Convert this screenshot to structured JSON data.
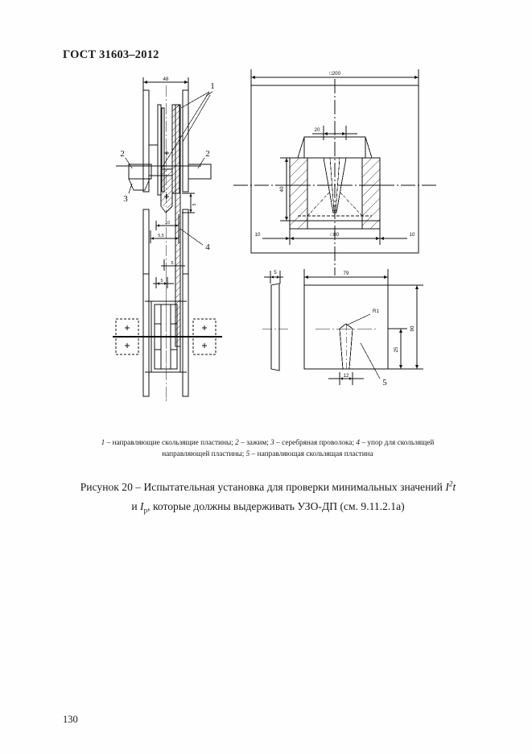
{
  "document": {
    "header": "ГОСТ 31603–2012",
    "page_number": "130"
  },
  "figure": {
    "legend_line1_pre": "1",
    "legend_line1_a": " – направляющие скользящие пластины; ",
    "legend_num2": "2",
    "legend_line1_b": " – зажим; ",
    "legend_num3": "3",
    "legend_line1_c": " – серебряная проволока; ",
    "legend_num4": "4",
    "legend_line1_d": " – упор для скользящей",
    "legend_line2_a": "направляющей пластины; ",
    "legend_num5": "5",
    "legend_line2_b": " – направляющая скользящая пластина",
    "caption_line1_a": "Рисунок 20 – Испытательная установка для проверки минимальных значений ",
    "caption_sym_I": "I",
    "caption_sym_sup": "2",
    "caption_sym_t": "t",
    "caption_line2_a": "и ",
    "caption_sym_I2": "I",
    "caption_sym_sub": "р",
    "caption_line2_b": ", которые должны выдерживать УЗО-ДП (см. 9.11.2.1а)",
    "callouts": {
      "c1": "1",
      "c2a": "2",
      "c2b": "2",
      "c3": "3",
      "c4": "4",
      "c5": "5"
    },
    "dimensions": {
      "front_width": "48",
      "front_d10": "10",
      "front_d55": "5,5",
      "front_d5": "5",
      "front_d5v": "5",
      "plan_d5": "5",
      "top_outer": "□200",
      "top_slot": "20",
      "top_depth": "40",
      "top_left_edge": "10",
      "top_inner": "□80",
      "top_right_edge": "10",
      "plate_thickness": "5",
      "plate_width": "79",
      "plate_height": "90",
      "plate_slot_h": "25",
      "plate_slot_w": "12",
      "plate_radius": "R1"
    }
  }
}
